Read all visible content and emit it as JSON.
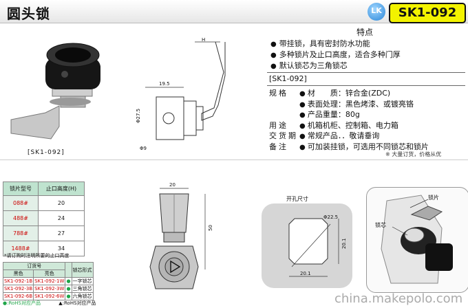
{
  "header": {
    "title": "圆头锁",
    "model": "SK1-092",
    "logo_text": "LK"
  },
  "features": {
    "heading": "特点",
    "items": [
      "带挂锁，具有密封防水功能",
      "多种锁片及止口高度，适合多种门厚",
      "默认锁芯为三角锁芯"
    ]
  },
  "spec": {
    "model": "[SK1-092]",
    "rows": [
      {
        "label": "规格",
        "value": "材　　质：锌合金(ZDC)"
      },
      {
        "label": "",
        "value": "表面处理：黑色烤漆、或镀亮铬"
      },
      {
        "label": "",
        "value": "产品重量：80g"
      },
      {
        "label": "用途",
        "value": "机箱机柜、控制箱、电力箱"
      },
      {
        "label": "交货期",
        "value": "常规产品．．敬请垂询"
      },
      {
        "label": "备注",
        "value": "可加装挂锁，可选用不同锁芯和锁片"
      }
    ],
    "note": "※ 大量订货，价格从优"
  },
  "photo_caption": "[SK1-092]",
  "dims": {
    "d1": "H",
    "d2": "19.5",
    "d3": "Φ27.5",
    "d4": "Φ9",
    "d5": "20",
    "d6": "50",
    "d7": "Φ22.5",
    "d8": "20.1",
    "d9": "20.1"
  },
  "cutout": {
    "title": "开孔尺寸"
  },
  "callouts": {
    "plate": "锁片",
    "core": "锁芯"
  },
  "table1": {
    "headers": [
      "锁片型号",
      "止口高度(H)"
    ],
    "rows": [
      [
        "088#",
        "20"
      ],
      [
        "488#",
        "24"
      ],
      [
        "788#",
        "27"
      ],
      [
        "1488#",
        "34"
      ]
    ],
    "note": "*请订购时注明所要的止口高度"
  },
  "table2": {
    "head_order": "订货号",
    "head_black": "黑色",
    "head_bright": "亮色",
    "head_form": "锁芯形式",
    "rows": [
      [
        "SK1-092-1B",
        "SK1-092-1W",
        "一字锁芯"
      ],
      [
        "SK1-092-3B",
        "SK1-092-3W",
        "三角锁芯"
      ],
      [
        "SK1-092-6B",
        "SK1-092-6W",
        "六角锁芯"
      ]
    ]
  },
  "rohs": {
    "a": "●:RoHS对应产品",
    "b": "▲:RoHS对应产品"
  },
  "watermark": "china.makepolo.com"
}
